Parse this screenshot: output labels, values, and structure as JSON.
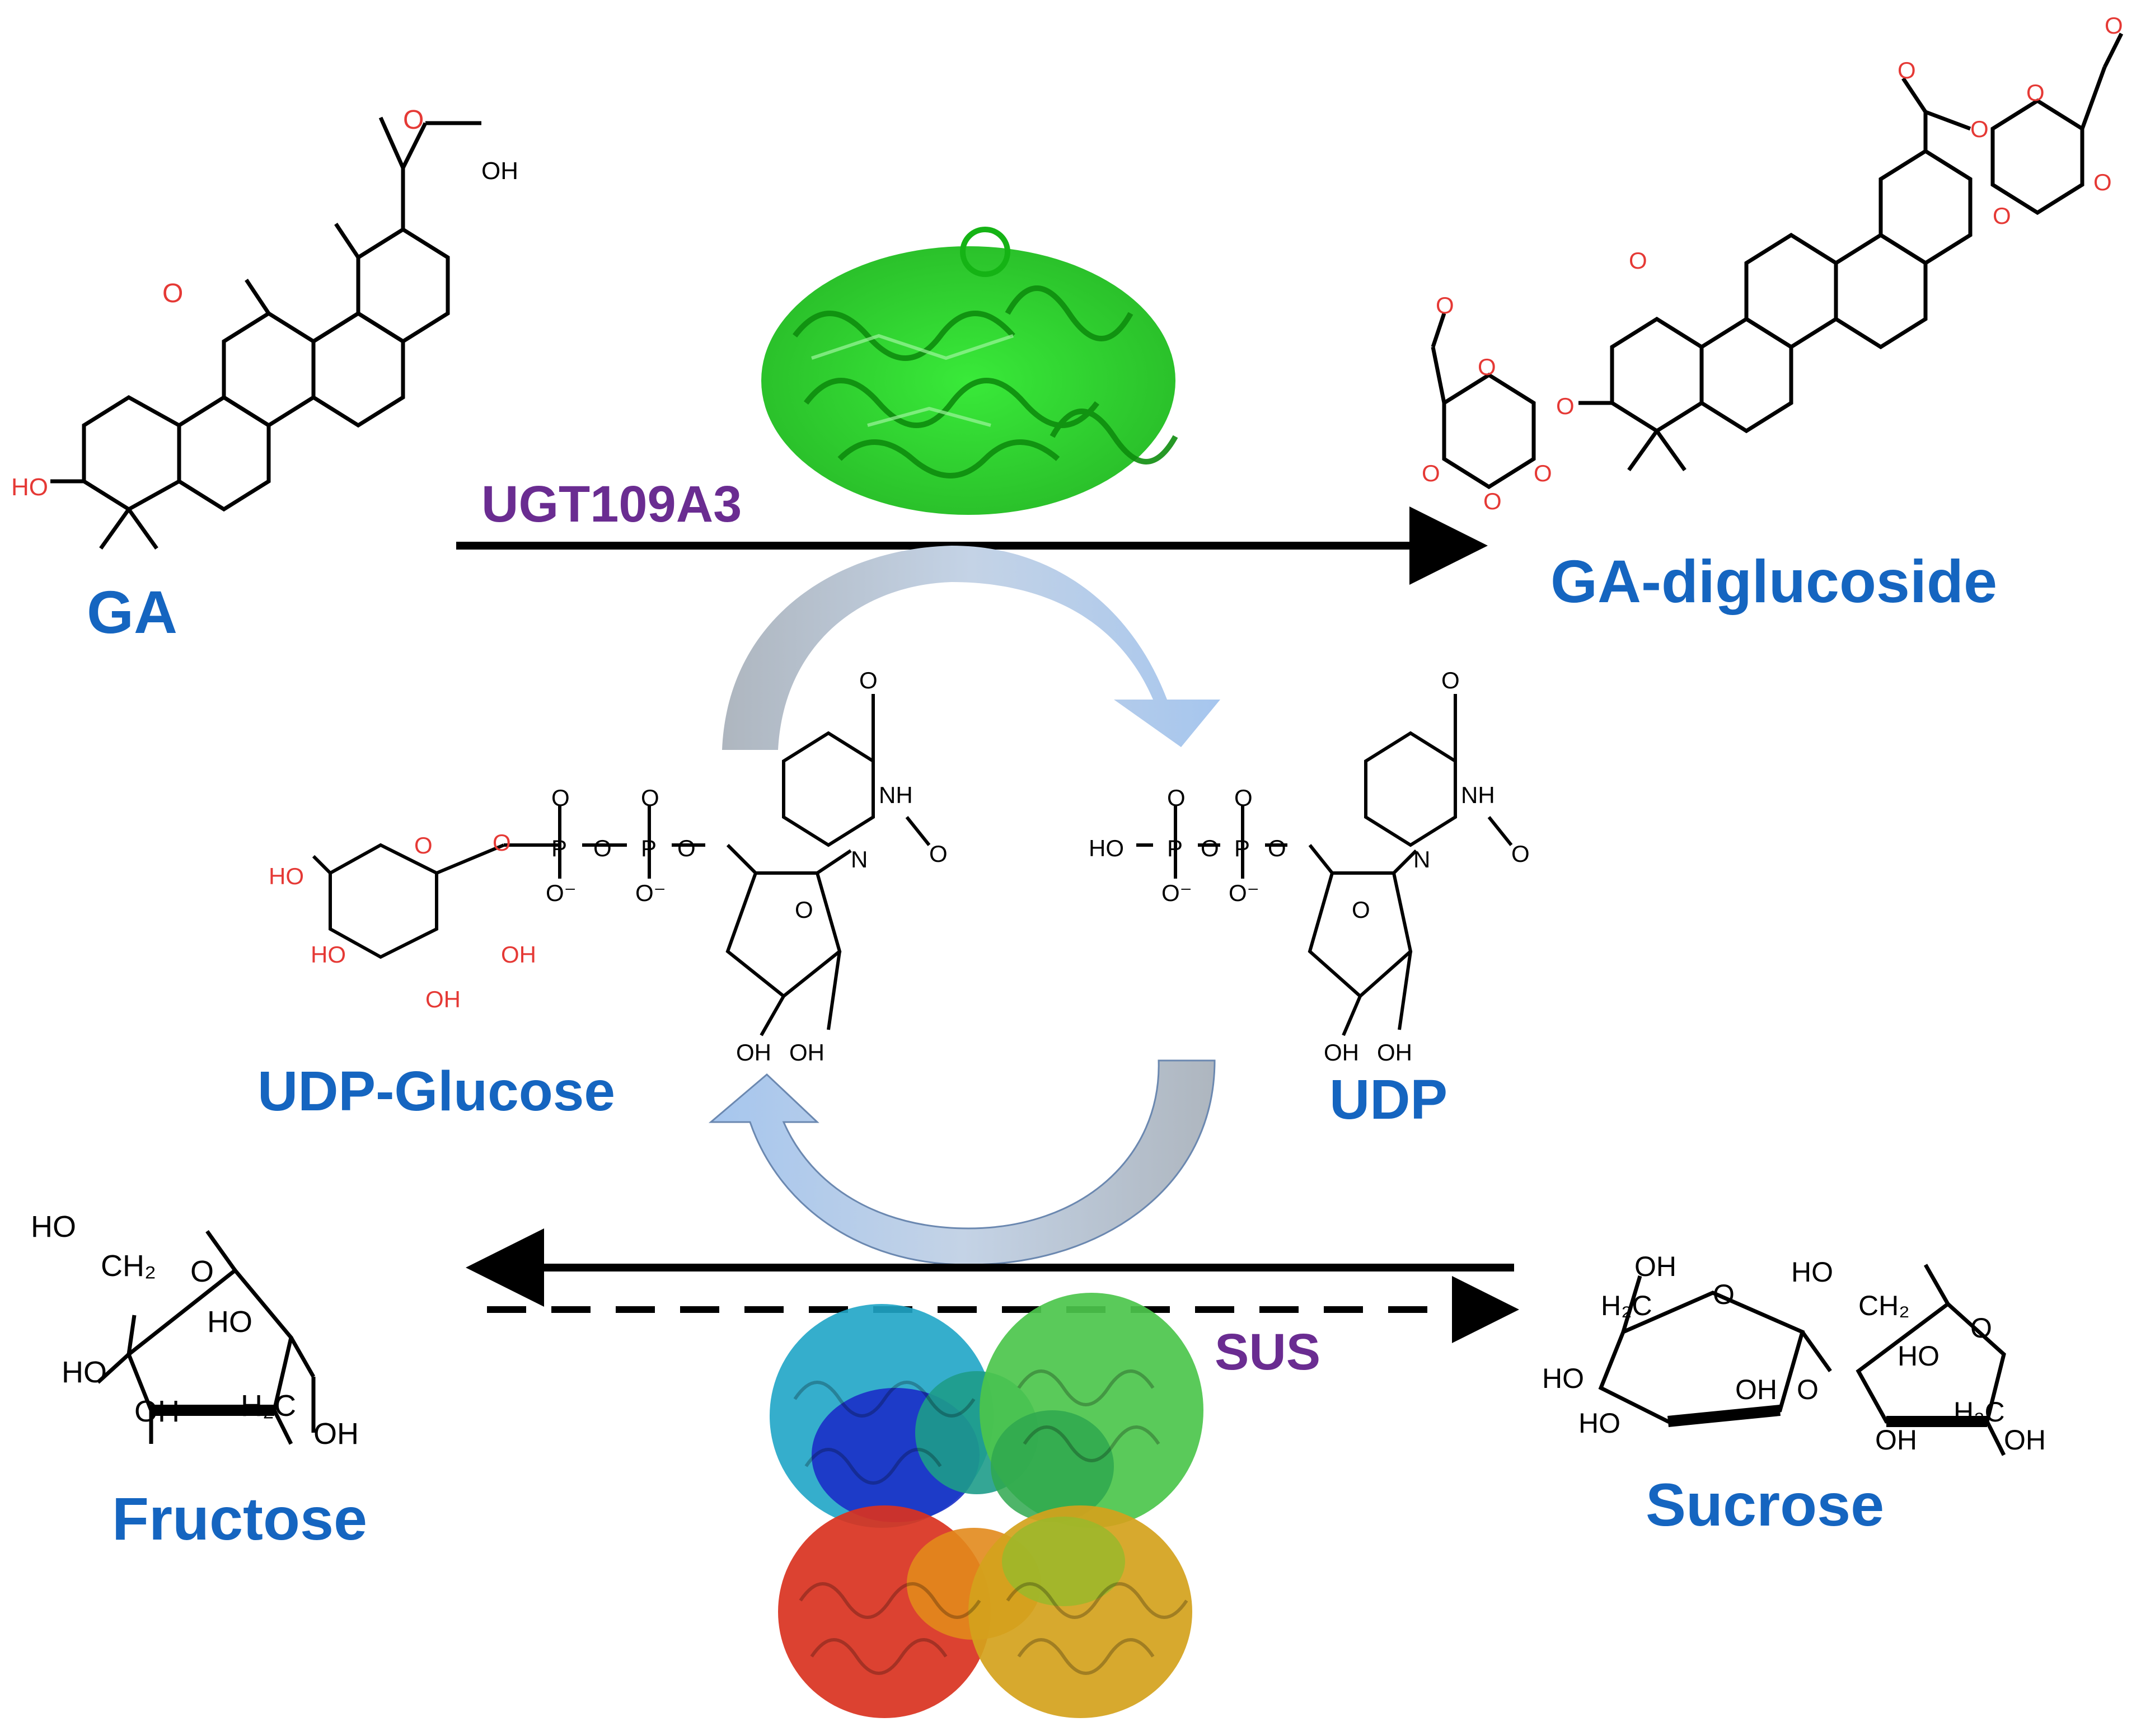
{
  "diagram": {
    "labels": {
      "ga": "GA",
      "ga_diglucoside": "GA-diglucoside",
      "ugt_enzyme": "UGT109A3",
      "udp_glucose": "UDP-Glucose",
      "udp": "UDP",
      "fructose": "Fructose",
      "sucrose": "Sucrose",
      "sus_enzyme": "SUS"
    },
    "atoms": {
      "oh": "OH",
      "ho": "HO",
      "o": "O",
      "nh": "NH",
      "n": "N",
      "p": "P",
      "o_minus": "O⁻",
      "h2c": "H₂C",
      "ch2": "CH₂"
    },
    "colors": {
      "name_blue": "#1565c0",
      "enzyme_purple": "#6a2c91",
      "ugt_protein": "#1ed71e",
      "oxygen_red": "#e53935",
      "arrow_black": "#000000",
      "cycle_gray": "#b0b7c0",
      "cycle_blue": "#a9c8ec"
    }
  }
}
